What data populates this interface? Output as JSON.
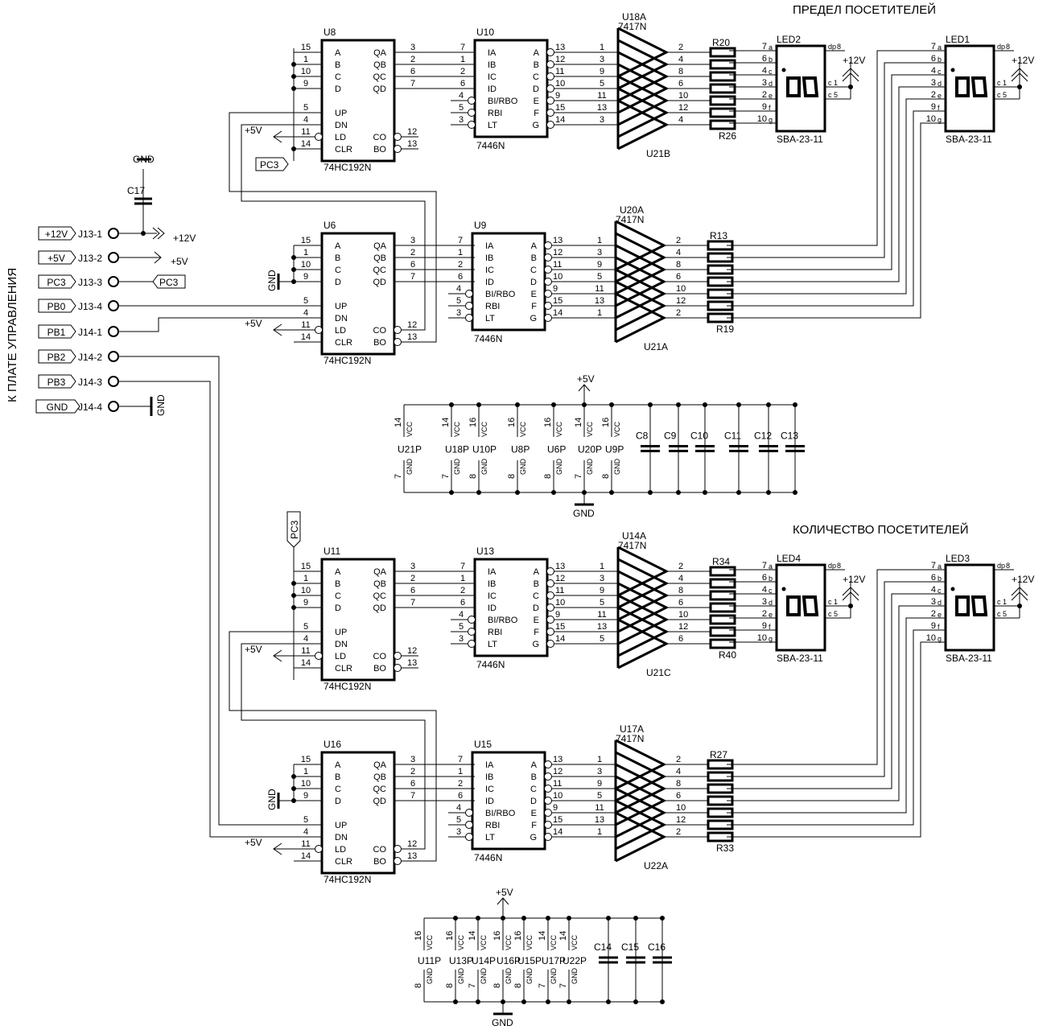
{
  "titles": {
    "limit": "ПРЕДЕЛ ПОСЕТИТЕЛЕЙ",
    "count": "КОЛИЧЕСТВО ПОСЕТИТЕЛЕЙ",
    "side": "К ПЛАТЕ УПРАВЛЕНИЯ"
  },
  "connector": {
    "pins": [
      {
        "net": "+12V",
        "pin": "J13-1"
      },
      {
        "net": "+5V",
        "pin": "J13-2"
      },
      {
        "net": "PC3",
        "pin": "J13-3"
      },
      {
        "net": "PB0",
        "pin": "J13-4"
      },
      {
        "net": "PB1",
        "pin": "J14-1"
      },
      {
        "net": "PB2",
        "pin": "J14-2"
      },
      {
        "net": "PB3",
        "pin": "J14-3"
      },
      {
        "net": "GND",
        "pin": "J14-4"
      }
    ],
    "c17": "C17",
    "gnd": "GND",
    "v12": "+12V",
    "v5": "+5V",
    "pc3": "PC3"
  },
  "counter": {
    "part": "74HC192N",
    "left_pins": [
      "15",
      "1",
      "10",
      "9",
      "5",
      "4",
      "11",
      "14"
    ],
    "left_names": [
      "A",
      "B",
      "C",
      "D",
      "UP",
      "DN",
      "LD",
      "CLR"
    ],
    "right_pins": [
      "3",
      "2",
      "6",
      "7",
      "12",
      "13"
    ],
    "right_names": [
      "QA",
      "QB",
      "QC",
      "QD",
      "CO",
      "BO"
    ]
  },
  "decoder": {
    "part": "7446N",
    "left_pins": [
      "7",
      "1",
      "2",
      "6",
      "4",
      "5",
      "3"
    ],
    "left_names": [
      "IA",
      "IB",
      "IC",
      "ID",
      "BI/RBO",
      "RBI",
      "LT"
    ],
    "right_pins": [
      "13",
      "12",
      "11",
      "10",
      "9",
      "15",
      "14"
    ],
    "right_names": [
      "A",
      "B",
      "C",
      "D",
      "E",
      "F",
      "G"
    ]
  },
  "buffer": {
    "part": "7417N"
  },
  "led": {
    "part": "SBA-23-11",
    "pins": [
      "7",
      "6",
      "4",
      "3",
      "2",
      "9",
      "10"
    ],
    "segs": [
      "a",
      "b",
      "c",
      "d",
      "e",
      "f",
      "g"
    ],
    "dp": "dp",
    "dp_n": "8",
    "ca1": "cA",
    "ca1_n": "1",
    "ca2": "cA",
    "ca2_n": "5",
    "supply": "+12V"
  },
  "blocks": [
    {
      "counter": "U8",
      "decoder": "U10",
      "buf_top": "U18A",
      "buf_bot": "U21B",
      "r_top": "R20",
      "r_bot": "R26",
      "led": "LED2",
      "buf_in": [
        "1",
        "3",
        "9",
        "5",
        "11",
        "13",
        "3"
      ],
      "buf_out": [
        "2",
        "4",
        "8",
        "6",
        "10",
        "12",
        "4"
      ]
    },
    {
      "counter": "U6",
      "decoder": "U9",
      "buf_top": "U20A",
      "buf_bot": "U21A",
      "r_top": "R13",
      "r_bot": "R19",
      "led": "LED1",
      "buf_in": [
        "1",
        "3",
        "9",
        "5",
        "11",
        "13",
        "1"
      ],
      "buf_out": [
        "2",
        "4",
        "8",
        "6",
        "10",
        "12",
        "2"
      ]
    },
    {
      "counter": "U11",
      "decoder": "U13",
      "buf_top": "U14A",
      "buf_bot": "U21C",
      "r_top": "R34",
      "r_bot": "R40",
      "led": "LED4",
      "buf_in": [
        "1",
        "3",
        "9",
        "5",
        "11",
        "13",
        "5"
      ],
      "buf_out": [
        "2",
        "4",
        "8",
        "6",
        "10",
        "12",
        "6"
      ]
    },
    {
      "counter": "U16",
      "decoder": "U15",
      "buf_top": "U17A",
      "buf_bot": "U22A",
      "r_top": "R27",
      "r_bot": "R33",
      "led": "LED3",
      "buf_in": [
        "1",
        "3",
        "9",
        "5",
        "11",
        "13",
        "1"
      ],
      "buf_out": [
        "2",
        "4",
        "8",
        "6",
        "10",
        "12",
        "2"
      ]
    }
  ],
  "power1": {
    "supply": "+5V",
    "gnd": "GND",
    "parts": [
      {
        "name": "U21P",
        "vcc": "14",
        "gnd": "7"
      },
      {
        "name": "U18P",
        "vcc": "14",
        "gnd": "7"
      },
      {
        "name": "U10P",
        "vcc": "16",
        "gnd": "8"
      },
      {
        "name": "U8P",
        "vcc": "16",
        "gnd": "8"
      },
      {
        "name": "U6P",
        "vcc": "16",
        "gnd": "8"
      },
      {
        "name": "U20P",
        "vcc": "14",
        "gnd": "7"
      },
      {
        "name": "U9P",
        "vcc": "16",
        "gnd": "8"
      }
    ],
    "caps": [
      "C8",
      "C9",
      "C10",
      "C11",
      "C12",
      "C13"
    ]
  },
  "power2": {
    "supply": "+5V",
    "gnd": "GND",
    "parts": [
      {
        "name": "U11P",
        "vcc": "16",
        "gnd": "8"
      },
      {
        "name": "U13P",
        "vcc": "16",
        "gnd": "8"
      },
      {
        "name": "U14P",
        "vcc": "14",
        "gnd": "7"
      },
      {
        "name": "U16P",
        "vcc": "16",
        "gnd": "8"
      },
      {
        "name": "U15P",
        "vcc": "16",
        "gnd": "8"
      },
      {
        "name": "U17P",
        "vcc": "14",
        "gnd": "7"
      },
      {
        "name": "U22P",
        "vcc": "14",
        "gnd": "7"
      }
    ],
    "caps": [
      "C14",
      "C15",
      "C16"
    ]
  },
  "labels": {
    "vcc": "VCC",
    "gnd": "GND",
    "v5": "+5V",
    "gnd_sym": "GND",
    "pc3": "PC3"
  }
}
